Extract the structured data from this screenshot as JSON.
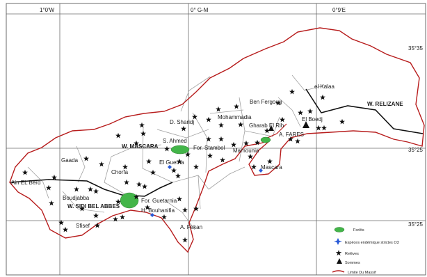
{
  "coordinates": {
    "top": [
      "1°0'W",
      "0° G-M",
      "0°9'E"
    ],
    "right": [
      "35°35",
      "35°25",
      "35°25"
    ]
  },
  "regions": {
    "relizane": "W. RELIZANE",
    "mascara": "W. MASCARA",
    "sidi_bel_abbes": "W. SIDI BEL ABBES"
  },
  "places": {
    "el_kalaa": "el Kalaa",
    "ben_fergoug": "Ben Fergoug",
    "mohammadia": "Mohammadia",
    "d_sharidj": "D. Sharidj",
    "gharab_el_rih": "Gharab El Rih",
    "el_boedj": "El Boedj",
    "a_fares": "A. FARES",
    "s_ahmed": "S. Ahmed",
    "for_stambol": "For. Stambol",
    "mamounia": "Mamounia",
    "gaada": "Gaada",
    "el_guetna": "El Guetna",
    "mascara": "Mascara",
    "chorfa": "Chorfa",
    "ain_el_berd": "Ain EL Berd",
    "boudjabba": "Boudjabba",
    "for_guetarnia": "For. Guetarnia",
    "h_bouhanifia": "H. Bouhanifia",
    "sfisef": "Sfisef",
    "a_fekan": "A. Fekan"
  },
  "legend": {
    "forests": "Forêts",
    "endemic": "Espèces endémique strictes  O3",
    "releves": "Relèves",
    "summits": "Sommes",
    "limit": "Limite Du Massif"
  },
  "colors": {
    "massif_boundary": "#b71c1c",
    "wilaya_boundary": "#111111",
    "commune_boundary": "#9e9e9e",
    "forest": "#43b549",
    "endemic": "#2a5bd7"
  }
}
